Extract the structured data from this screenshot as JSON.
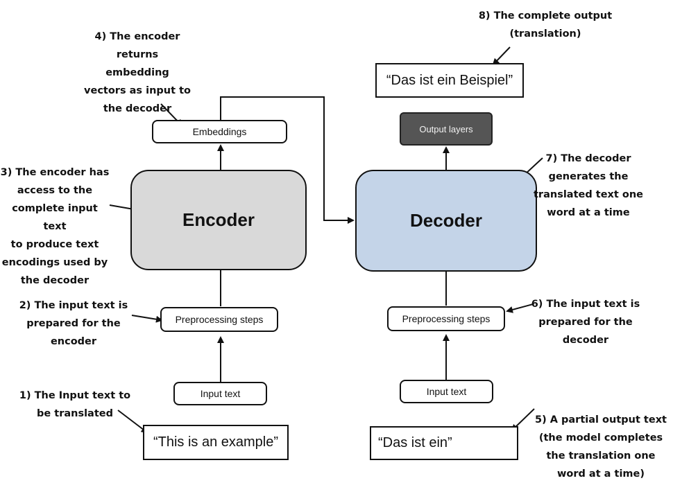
{
  "encoder_side": {
    "input_example": "“This is an example”",
    "input_text_label": "Input text",
    "preprocessing_label": "Preprocessing steps",
    "encoder_label": "Encoder",
    "embeddings_label": "Embeddings"
  },
  "decoder_side": {
    "partial_output": "“Das ist ein”",
    "input_text_label": "Input text",
    "preprocessing_label": "Preprocessing steps",
    "decoder_label": "Decoder",
    "output_layers_label": "Output layers",
    "final_output": "“Das ist ein Beispiel”"
  },
  "annotations": {
    "step1": "1) The Input text to\nbe translated",
    "step2": "2) The input text is\nprepared for the\nencoder",
    "step3": "3) The encoder has\naccess to the\ncomplete input text\nto produce text\nencodings used by\nthe decoder",
    "step4": "4) The encoder\nreturns embedding\nvectors as input to\nthe decoder",
    "step5": "5) A partial output text\n(the model completes\nthe translation one\nword at a time)",
    "step6": "6) The input text is\nprepared for the\ndecoder",
    "step7": "7) The decoder\ngenerates the\ntranslated text one\nword at a time",
    "step8": "8) The complete output\n(translation)"
  },
  "colors": {
    "encoder_fill": "#d9d9d9",
    "decoder_fill": "#c4d4e8",
    "output_layers_fill": "#555555"
  }
}
